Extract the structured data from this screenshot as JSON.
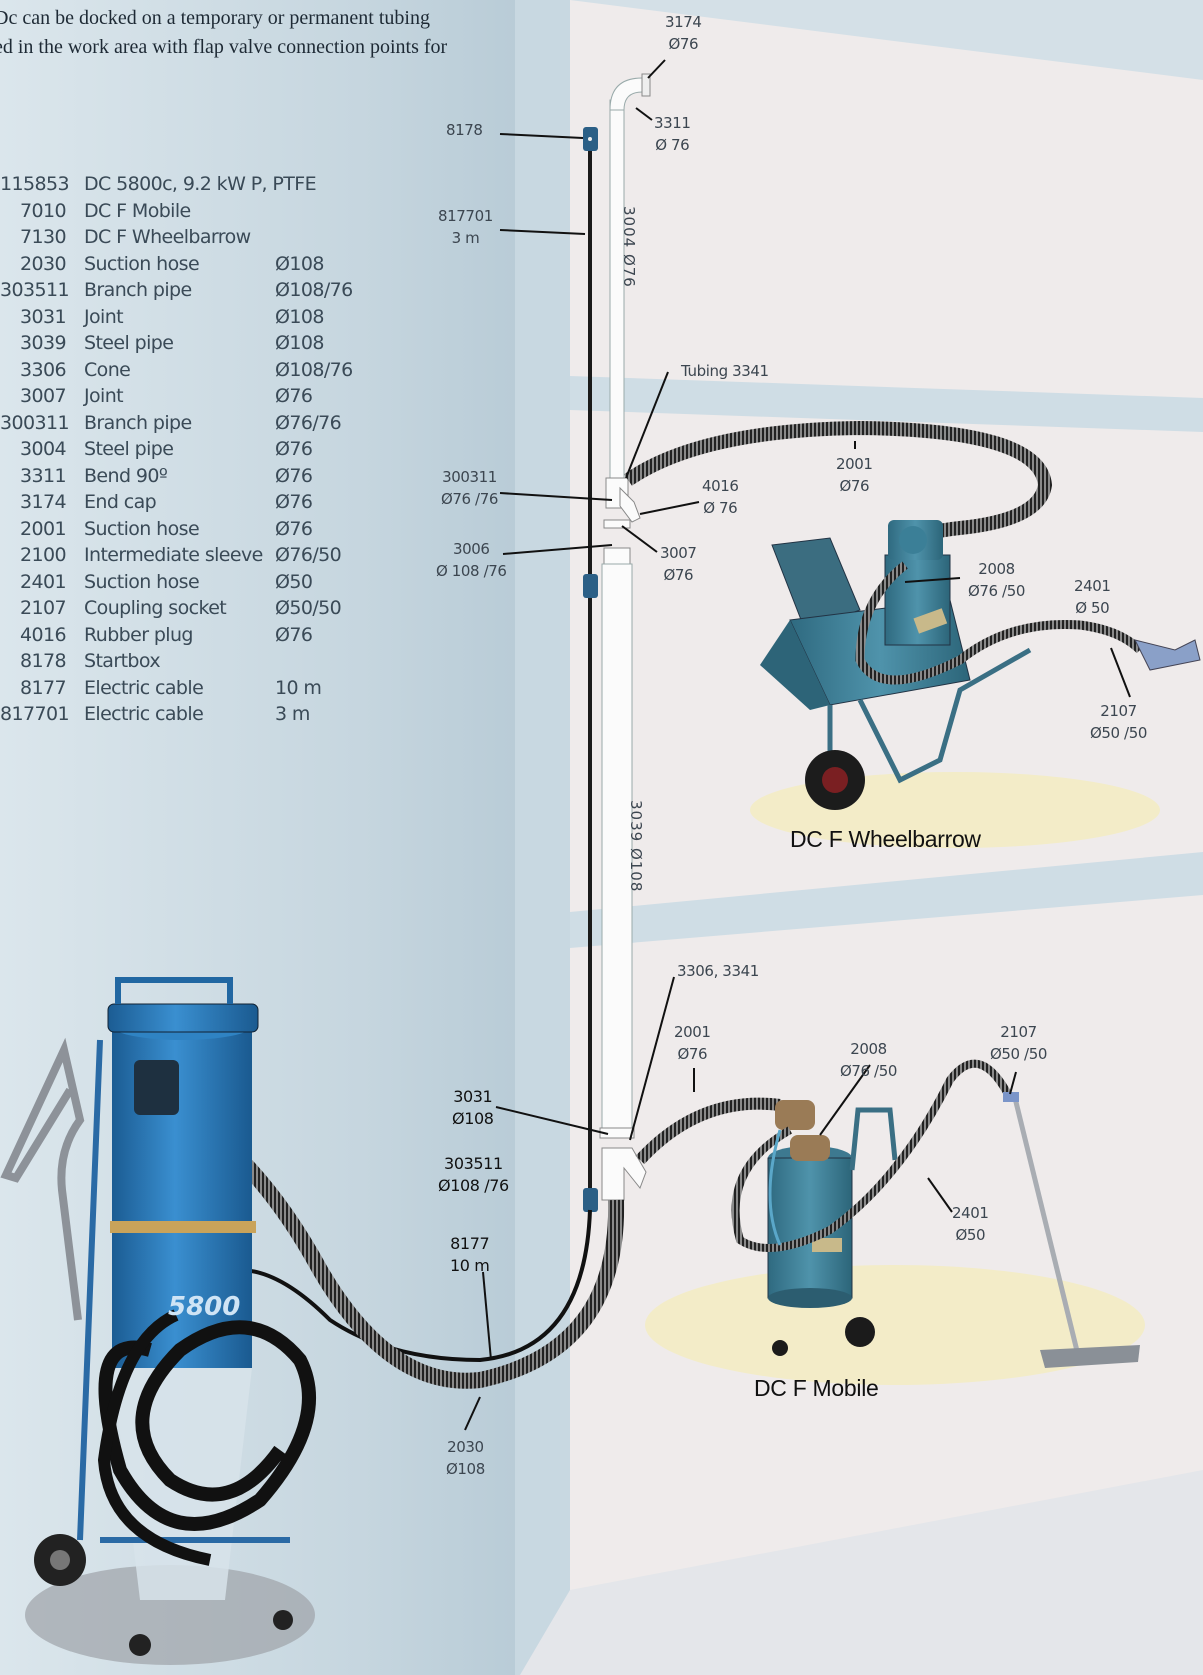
{
  "intro": {
    "line1": "Dc can be docked on a temporary or permanent tubing",
    "line2": "ed in the work area with flap valve connection points for"
  },
  "parts": [
    {
      "code": "115853",
      "name": "DC 5800c, 9.2 kW P, PTFE",
      "dim": ""
    },
    {
      "code": "7010",
      "name": "DC F Mobile",
      "dim": ""
    },
    {
      "code": "7130",
      "name": "DC F Wheelbarrow",
      "dim": ""
    },
    {
      "code": "2030",
      "name": "Suction hose",
      "dim": "Ø108"
    },
    {
      "code": "303511",
      "name": "Branch pipe",
      "dim": "Ø108/76"
    },
    {
      "code": "3031",
      "name": "Joint",
      "dim": "Ø108"
    },
    {
      "code": "3039",
      "name": "Steel pipe",
      "dim": "Ø108"
    },
    {
      "code": "3306",
      "name": "Cone",
      "dim": "Ø108/76"
    },
    {
      "code": "3007",
      "name": "Joint",
      "dim": "Ø76"
    },
    {
      "code": "300311",
      "name": "Branch pipe",
      "dim": "Ø76/76"
    },
    {
      "code": "3004",
      "name": "Steel pipe",
      "dim": "Ø76"
    },
    {
      "code": "3311",
      "name": "Bend 90º",
      "dim": "Ø76"
    },
    {
      "code": "3174",
      "name": "End cap",
      "dim": "Ø76"
    },
    {
      "code": "2001",
      "name": "Suction hose",
      "dim": "Ø76"
    },
    {
      "code": "2100",
      "name": "Intermediate sleeve",
      "dim": "Ø76/50"
    },
    {
      "code": "2401",
      "name": "Suction hose",
      "dim": "Ø50"
    },
    {
      "code": "2107",
      "name": "Coupling socket",
      "dim": "Ø50/50"
    },
    {
      "code": "4016",
      "name": "Rubber plug",
      "dim": "Ø76"
    },
    {
      "code": "8178",
      "name": "Startbox",
      "dim": ""
    },
    {
      "code": "8177",
      "name": "Electric cable",
      "dim": "10 m"
    },
    {
      "code": "817701",
      "name": "Electric cable",
      "dim": "3 m"
    }
  ],
  "labels": {
    "l3174a": "3174",
    "l3174b": "Ø76",
    "l3311a": "3311",
    "l3311b": "Ø 76",
    "l8178": "8178",
    "l817701a": "817701",
    "l817701b": "3 m",
    "l3004": "3004 Ø76",
    "tubing": "Tubing 3341",
    "l2001ta": "2001",
    "l2001tb": "Ø76",
    "l300311a": "300311",
    "l300311b": "Ø76 /76",
    "l4016a": "4016",
    "l4016b": "Ø 76",
    "l3006a": "3006",
    "l3006b": "Ø 108 /76",
    "l3007a": "3007",
    "l3007b": "Ø76",
    "l2008ta": "2008",
    "l2008tb": "Ø76 /50",
    "l2401ta": "2401",
    "l2401tb": "Ø 50",
    "l2107ta": "2107",
    "l2107tb": "Ø50 /50",
    "wheelbarrow": "DC F Wheelbarrow",
    "l3039": "3039 Ø108",
    "l3306": "3306, 3341",
    "l2001ba": "2001",
    "l2001bb": "Ø76",
    "l2008ba": "2008",
    "l2008bb": "Ø76 /50",
    "l2107ba": "2107",
    "l2107bb": "Ø50 /50",
    "l3031a": "3031",
    "l3031b": "Ø108",
    "l303511a": "303511",
    "l303511b": "Ø108 /76",
    "l8177a": "8177",
    "l8177b": "10 m",
    "l2401ba": "2401",
    "l2401bb": "Ø50",
    "mobile": "DC F Mobile",
    "l2030a": "2030",
    "l2030b": "Ø108",
    "unit_badge": "5800"
  },
  "colors": {
    "wall": "#cddbe3",
    "machine_blue": "#2a78b6",
    "barrow_teal": "#3f7e95",
    "hose": "#1a1a1a",
    "floor_cream": "#f3ecc8"
  }
}
